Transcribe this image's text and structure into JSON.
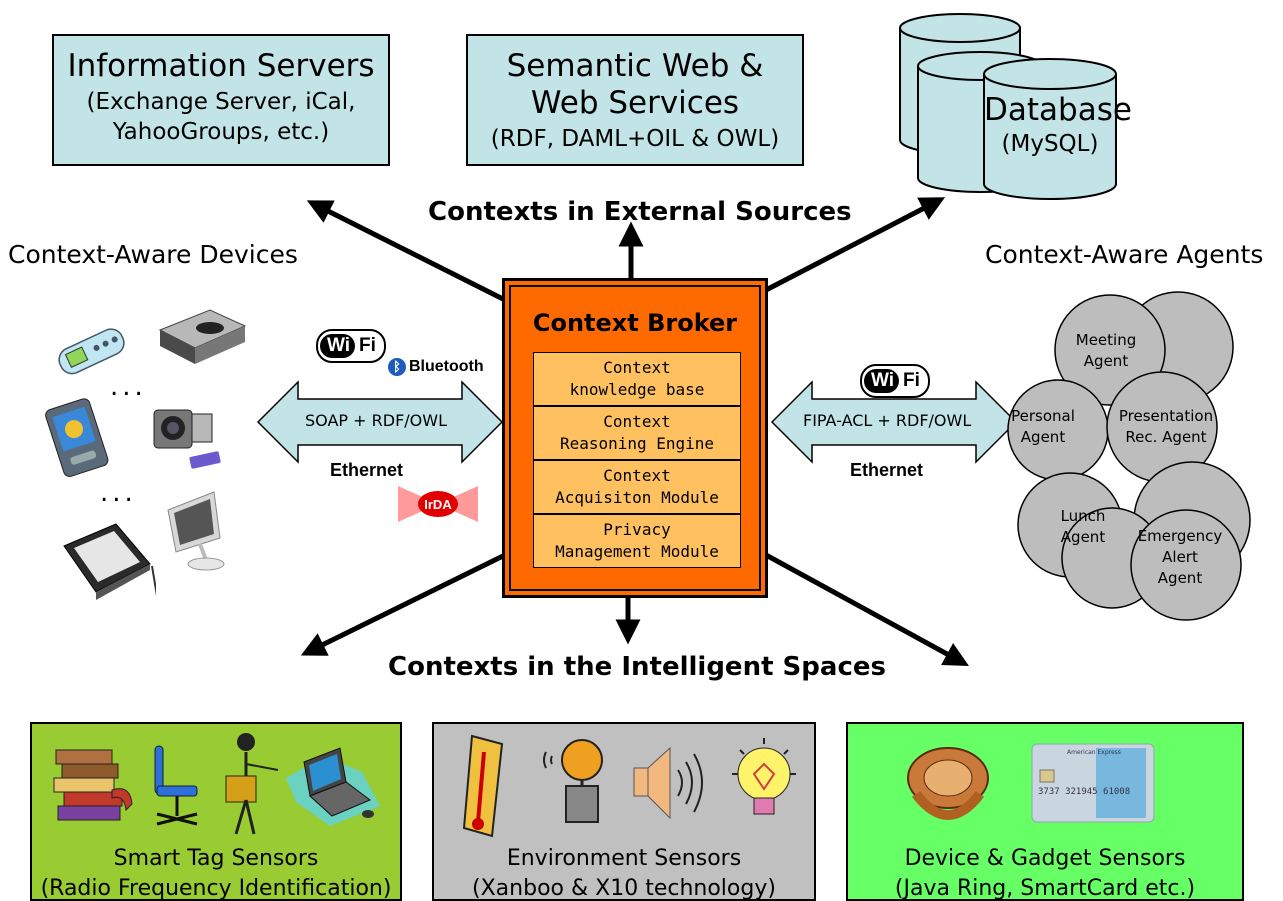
{
  "top_sources": {
    "info_servers": {
      "title": "Information Servers",
      "line2": "(Exchange Server, iCal,",
      "line3": "YahooGroups, etc.)"
    },
    "semantic_web": {
      "title_line1": "Semantic Web &",
      "title_line2": "Web Services",
      "sub": "(RDF, DAML+OIL & OWL)"
    },
    "database": {
      "title": "Database",
      "sub": "(MySQL)"
    }
  },
  "headings": {
    "external": "Contexts in External Sources",
    "intelligent": "Contexts in the Intelligent Spaces",
    "devices": "Context-Aware Devices",
    "agents": "Context-Aware Agents"
  },
  "broker": {
    "title": "Context Broker",
    "modules": [
      {
        "line1": "Context",
        "line2": "knowledge base"
      },
      {
        "line1": "Context",
        "line2": "Reasoning Engine"
      },
      {
        "line1": "Context",
        "line2": "Acquisiton Module"
      },
      {
        "line1": "Privacy",
        "line2": "Management Module"
      }
    ]
  },
  "links": {
    "left": {
      "protocol": "SOAP + RDF/OWL",
      "ethernet": "Ethernet",
      "wifi_w": "Wi",
      "wifi_f": "Fi",
      "bluetooth": "Bluetooth",
      "irda": "IrDA"
    },
    "right": {
      "protocol": "FIPA-ACL + RDF/OWL",
      "ethernet": "Ethernet",
      "wifi_w": "Wi",
      "wifi_f": "Fi"
    }
  },
  "devices": {
    "ellipsis": "..."
  },
  "agents": [
    {
      "line1": "Meeting",
      "line2": "Agent"
    },
    {
      "line1": "Personal",
      "line2": "Agent"
    },
    {
      "line1": "Presentation",
      "line2": "Rec. Agent"
    },
    {
      "line1": "Lunch",
      "line2": "Agent"
    },
    {
      "line1": "Emergency",
      "line2": "Alert",
      "line3": "Agent"
    }
  ],
  "sensors": [
    {
      "line1": "Smart Tag Sensors",
      "line2": "(Radio Frequency Identification)",
      "color": "#99cc33"
    },
    {
      "line1": "Environment Sensors",
      "line2": "(Xanboo & X10 technology)",
      "color": "#c0c0c0"
    },
    {
      "line1": "Device & Gadget Sensors",
      "line2": "(Java Ring, SmartCard etc.)",
      "color": "#66ff66"
    }
  ],
  "colors": {
    "broker": "#ff6a00",
    "module": "#ffc060",
    "teal": "#c2e4e6",
    "arrow_fill": "#c2e4e6",
    "agent": "#bdbdbd"
  },
  "icons": [
    "cell-phone-icon",
    "printer-icon",
    "pda-icon",
    "camcorder-icon",
    "tablet-icon",
    "imac-icon",
    "books-icon",
    "office-chair-icon",
    "person-with-box-icon",
    "laptop-icon",
    "thermometer-icon",
    "alarm-bell-icon",
    "speaker-icon",
    "light-bulb-icon",
    "ring-icon",
    "credit-card-icon"
  ],
  "card": {
    "brand": "American Express",
    "number": "3737 321945 61008"
  }
}
